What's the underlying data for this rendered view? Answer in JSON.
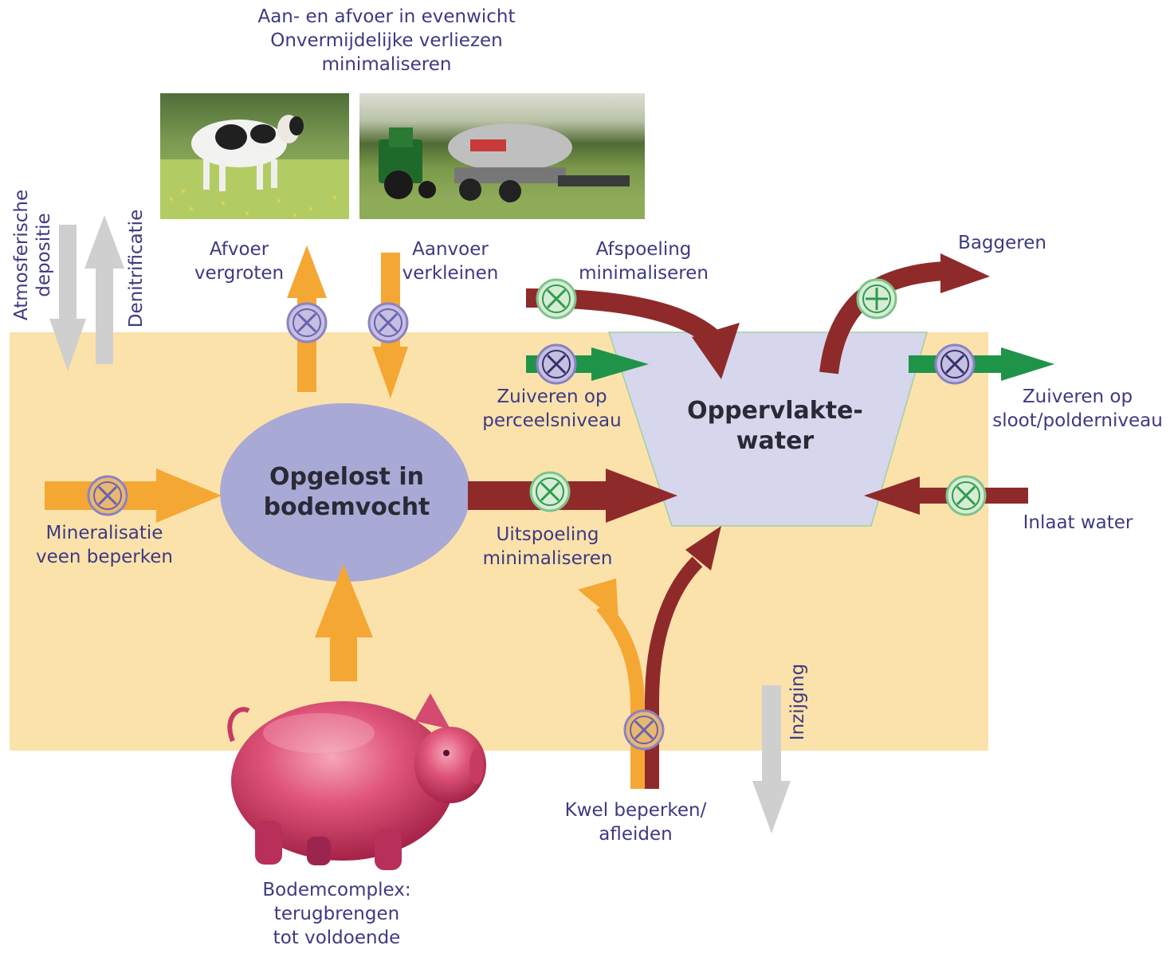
{
  "header": {
    "lines": [
      "Aan- en afvoer in evenwicht",
      "Onvermijdelijke verliezen",
      "minimaliseren"
    ]
  },
  "photos": {
    "cow": "cow-photo",
    "tractor": "slurry-tanker-photo",
    "pig": "piggy-bank-photo"
  },
  "nodes": {
    "soil_moisture": [
      "Opgelost in",
      "bodemvocht"
    ],
    "surface_water": [
      "Oppervlakte-",
      "water"
    ]
  },
  "labels": {
    "atmospheric": [
      "Atmosferische",
      "depositie"
    ],
    "denitrification": "Denitrificatie",
    "afvoer": [
      "Afvoer",
      "vergroten"
    ],
    "aanvoer": [
      "Aanvoer",
      "verkleinen"
    ],
    "afspoeling": [
      "Afspoeling",
      "minimaliseren"
    ],
    "baggeren": "Baggeren",
    "zuiveren_perceel": [
      "Zuiveren op",
      "perceelsniveau"
    ],
    "zuiveren_sloot": [
      "Zuiveren op",
      "sloot/polderniveau"
    ],
    "mineralisatie": [
      "Mineralisatie",
      "veen beperken"
    ],
    "uitspoeling": [
      "Uitspoeling",
      "minimaliseren"
    ],
    "inlaat": "Inlaat water",
    "inzijging": "Inzijging",
    "kwel": [
      "Kwel beperken/",
      "afleiden"
    ],
    "bodemcomplex": [
      "Bodemcomplex:",
      "terugbrengen",
      "tot voldoende"
    ]
  },
  "colors": {
    "soil_zone": "#fbe2ab",
    "orange_flow": "#f5a733",
    "red_flow": "#8f2a2b",
    "green_flow": "#1f9449",
    "gray_flow": "#cfcfcf",
    "ellipse": "#a9a9d6",
    "surface_water": "#d6d6ec",
    "label_text": "#3d3a82"
  },
  "markers": {
    "reduce": "cross-circle-icon",
    "increase": "plus-circle-icon"
  }
}
